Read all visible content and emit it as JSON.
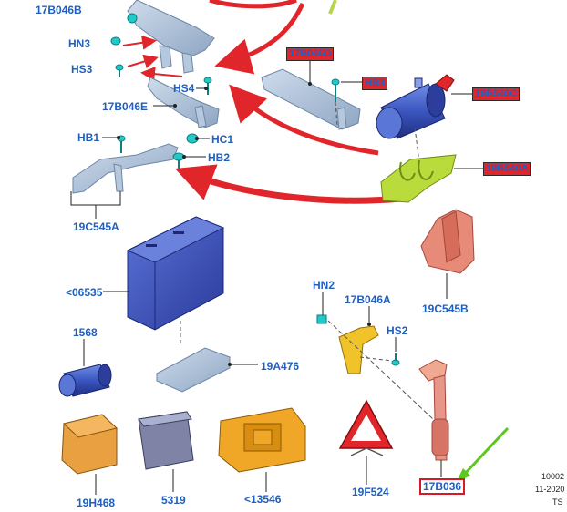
{
  "labels": {
    "l_17b046b": "17B046B",
    "l_hn3": "HN3",
    "l_hs3": "HS3",
    "l_hs4": "HS4",
    "l_17b046e": "17B046E",
    "l_hb1": "HB1",
    "l_hc1": "HC1",
    "l_hb2": "HB2",
    "l_19c545a": "19C545A",
    "l_06535": "<06535",
    "l_1568": "1568",
    "l_19a476": "19A476",
    "l_hn2": "HN2",
    "l_17b046a": "17B046A",
    "l_hs2": "HS2",
    "l_19c545b": "19C545B",
    "l_19h468": "19H468",
    "l_5319": "5319",
    "l_13546": "<13546",
    "l_19f524": "19F524",
    "l_17b036": "17B036"
  },
  "highlighted": {
    "h_17b046d": "17B046D",
    "h_hb3": "HB3",
    "h_19b540c": "19B540C",
    "h_19b540a": "19B540A"
  },
  "meta": {
    "code_1": "10002",
    "code_2": "11-2020",
    "code_3": "TS"
  },
  "colors": {
    "label_blue": "#1f5fbf",
    "callout_red": "#e0262b",
    "arrow_green": "#5cc81e",
    "part_blue": "#3a4fb5",
    "part_orange": "#e8a020",
    "part_salmon": "#e07060",
    "part_grey": "#a9bfd6"
  }
}
